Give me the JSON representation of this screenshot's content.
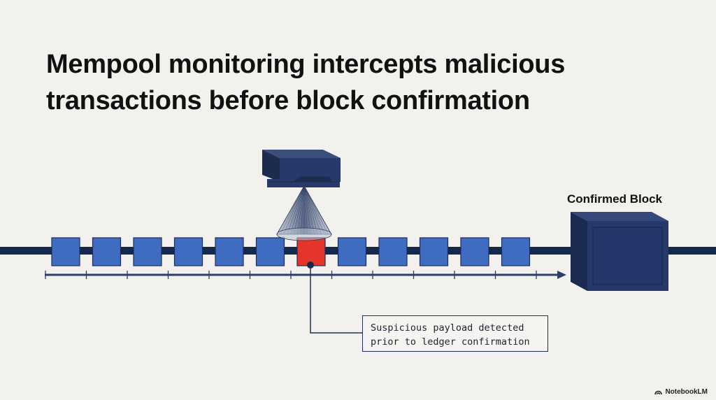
{
  "title": {
    "line1": "Mempool monitoring intercepts malicious",
    "line2": "transactions before block confirmation"
  },
  "confirmed_block": {
    "label": "Confirmed Block"
  },
  "transactions": {
    "count": 12,
    "flagged_index": 6,
    "colors": {
      "normal": "#3f6bc0",
      "flagged": "#e5352b",
      "outline": "#1b2e5e",
      "chain": "#14274d",
      "scanner": "#25395f",
      "block": "#26396a"
    }
  },
  "callout": {
    "line1": "Suspicious payload detected",
    "line2": "prior to ledger confirmation"
  },
  "branding": {
    "icon": "notebooklm-logo-icon",
    "label": "NotebookLM"
  }
}
